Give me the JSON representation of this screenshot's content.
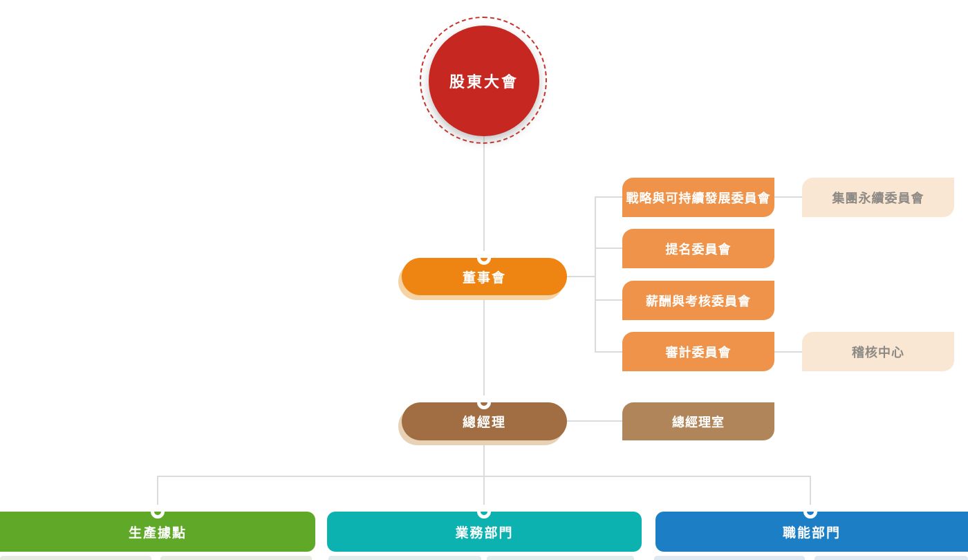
{
  "org": {
    "shareholders": {
      "label": "股東大會"
    },
    "board": {
      "label": "董事會"
    },
    "committees": [
      {
        "label": "戰略與可持續發展委員會"
      },
      {
        "label": "提名委員會"
      },
      {
        "label": "薪酬與考核委員會"
      },
      {
        "label": "審計委員會"
      }
    ],
    "committee_links": [
      {
        "label": "集團永續委員會"
      },
      {
        "label": "稽核中心"
      }
    ],
    "general_manager": {
      "label": "總經理"
    },
    "gm_office": {
      "label": "總經理室"
    },
    "departments": [
      {
        "label": "生產據點",
        "color": "#5fa828",
        "strip_color": "#e6ebe2"
      },
      {
        "label": "業務部門",
        "color": "#0bb2b0",
        "strip_color": "#dfeceb"
      },
      {
        "label": "職能部門",
        "color": "#1c7ec5",
        "strip_color": "#dfe8f1"
      }
    ],
    "palette": {
      "shareholders_red": "#c62721",
      "dashed_ring_red": "#c9322b",
      "board_orange": "#ee8411",
      "committee_orange": "#f0934a",
      "link_beige": "#fae7d3",
      "link_text_gray": "#8d8a85",
      "gm_brown": "#a06e42",
      "gm_office_brown": "#b0855a",
      "connector_gray": "#dbdbdb"
    }
  }
}
